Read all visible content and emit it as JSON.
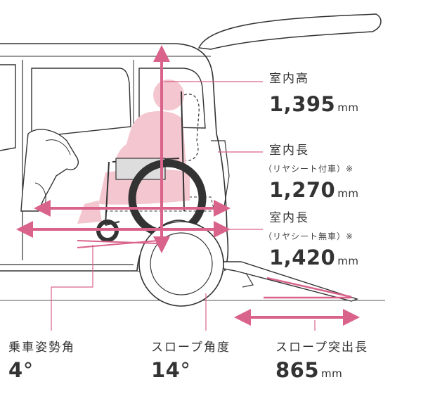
{
  "measurements": [
    {
      "title": "室内高",
      "note": "",
      "value": "1,395",
      "unit": "mm"
    },
    {
      "title": "室内長",
      "note": "（リヤシート付車）※",
      "value": "1,270",
      "unit": "mm"
    },
    {
      "title": "室内長",
      "note": "（リヤシート無車）※",
      "value": "1,420",
      "unit": "mm"
    }
  ],
  "bottom": [
    {
      "title": "乗車姿勢角",
      "value": "4",
      "unit": "°"
    },
    {
      "title": "スロープ角度",
      "value": "14",
      "unit": "°"
    },
    {
      "title": "スロープ突出長",
      "value": "865",
      "unit": "mm"
    }
  ],
  "colors": {
    "accent": "#d9638a",
    "figure": "#f4c6cf",
    "line": "#444444"
  }
}
